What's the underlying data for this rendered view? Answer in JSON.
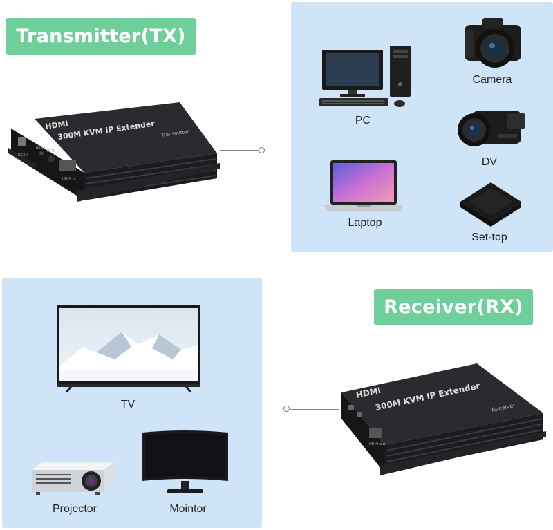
{
  "transmitter": {
    "label": "Transmitter(TX)",
    "device": {
      "brand": "HDMI",
      "model": "300M KVM IP Extender",
      "role_text": "Transmitter",
      "ports": [
        "DC5V",
        "Reset",
        "IR-TX",
        "HDMI in"
      ]
    }
  },
  "receiver": {
    "label": "Receiver(RX)",
    "device": {
      "brand": "HDMI",
      "model": "300M KVM IP Extender",
      "role_text": "Receiver",
      "ports": [
        "HDMI out"
      ]
    }
  },
  "sources": {
    "items": [
      {
        "label": "PC",
        "icon": "pc-icon"
      },
      {
        "label": "Camera",
        "icon": "camera-icon"
      },
      {
        "label": "DV",
        "icon": "camcorder-icon"
      },
      {
        "label": "Laptop",
        "icon": "laptop-icon"
      },
      {
        "label": "Set-top",
        "icon": "set-top-box-icon"
      }
    ]
  },
  "displays": {
    "items": [
      {
        "label": "TV",
        "icon": "tv-icon"
      },
      {
        "label": "Projector",
        "icon": "projector-icon"
      },
      {
        "label": "Mointor",
        "icon": "monitor-icon"
      }
    ]
  },
  "colors": {
    "label_bg": "#6fcf9a",
    "panel_bg": "#cfe4f7",
    "device_body": "#1e1f22"
  }
}
